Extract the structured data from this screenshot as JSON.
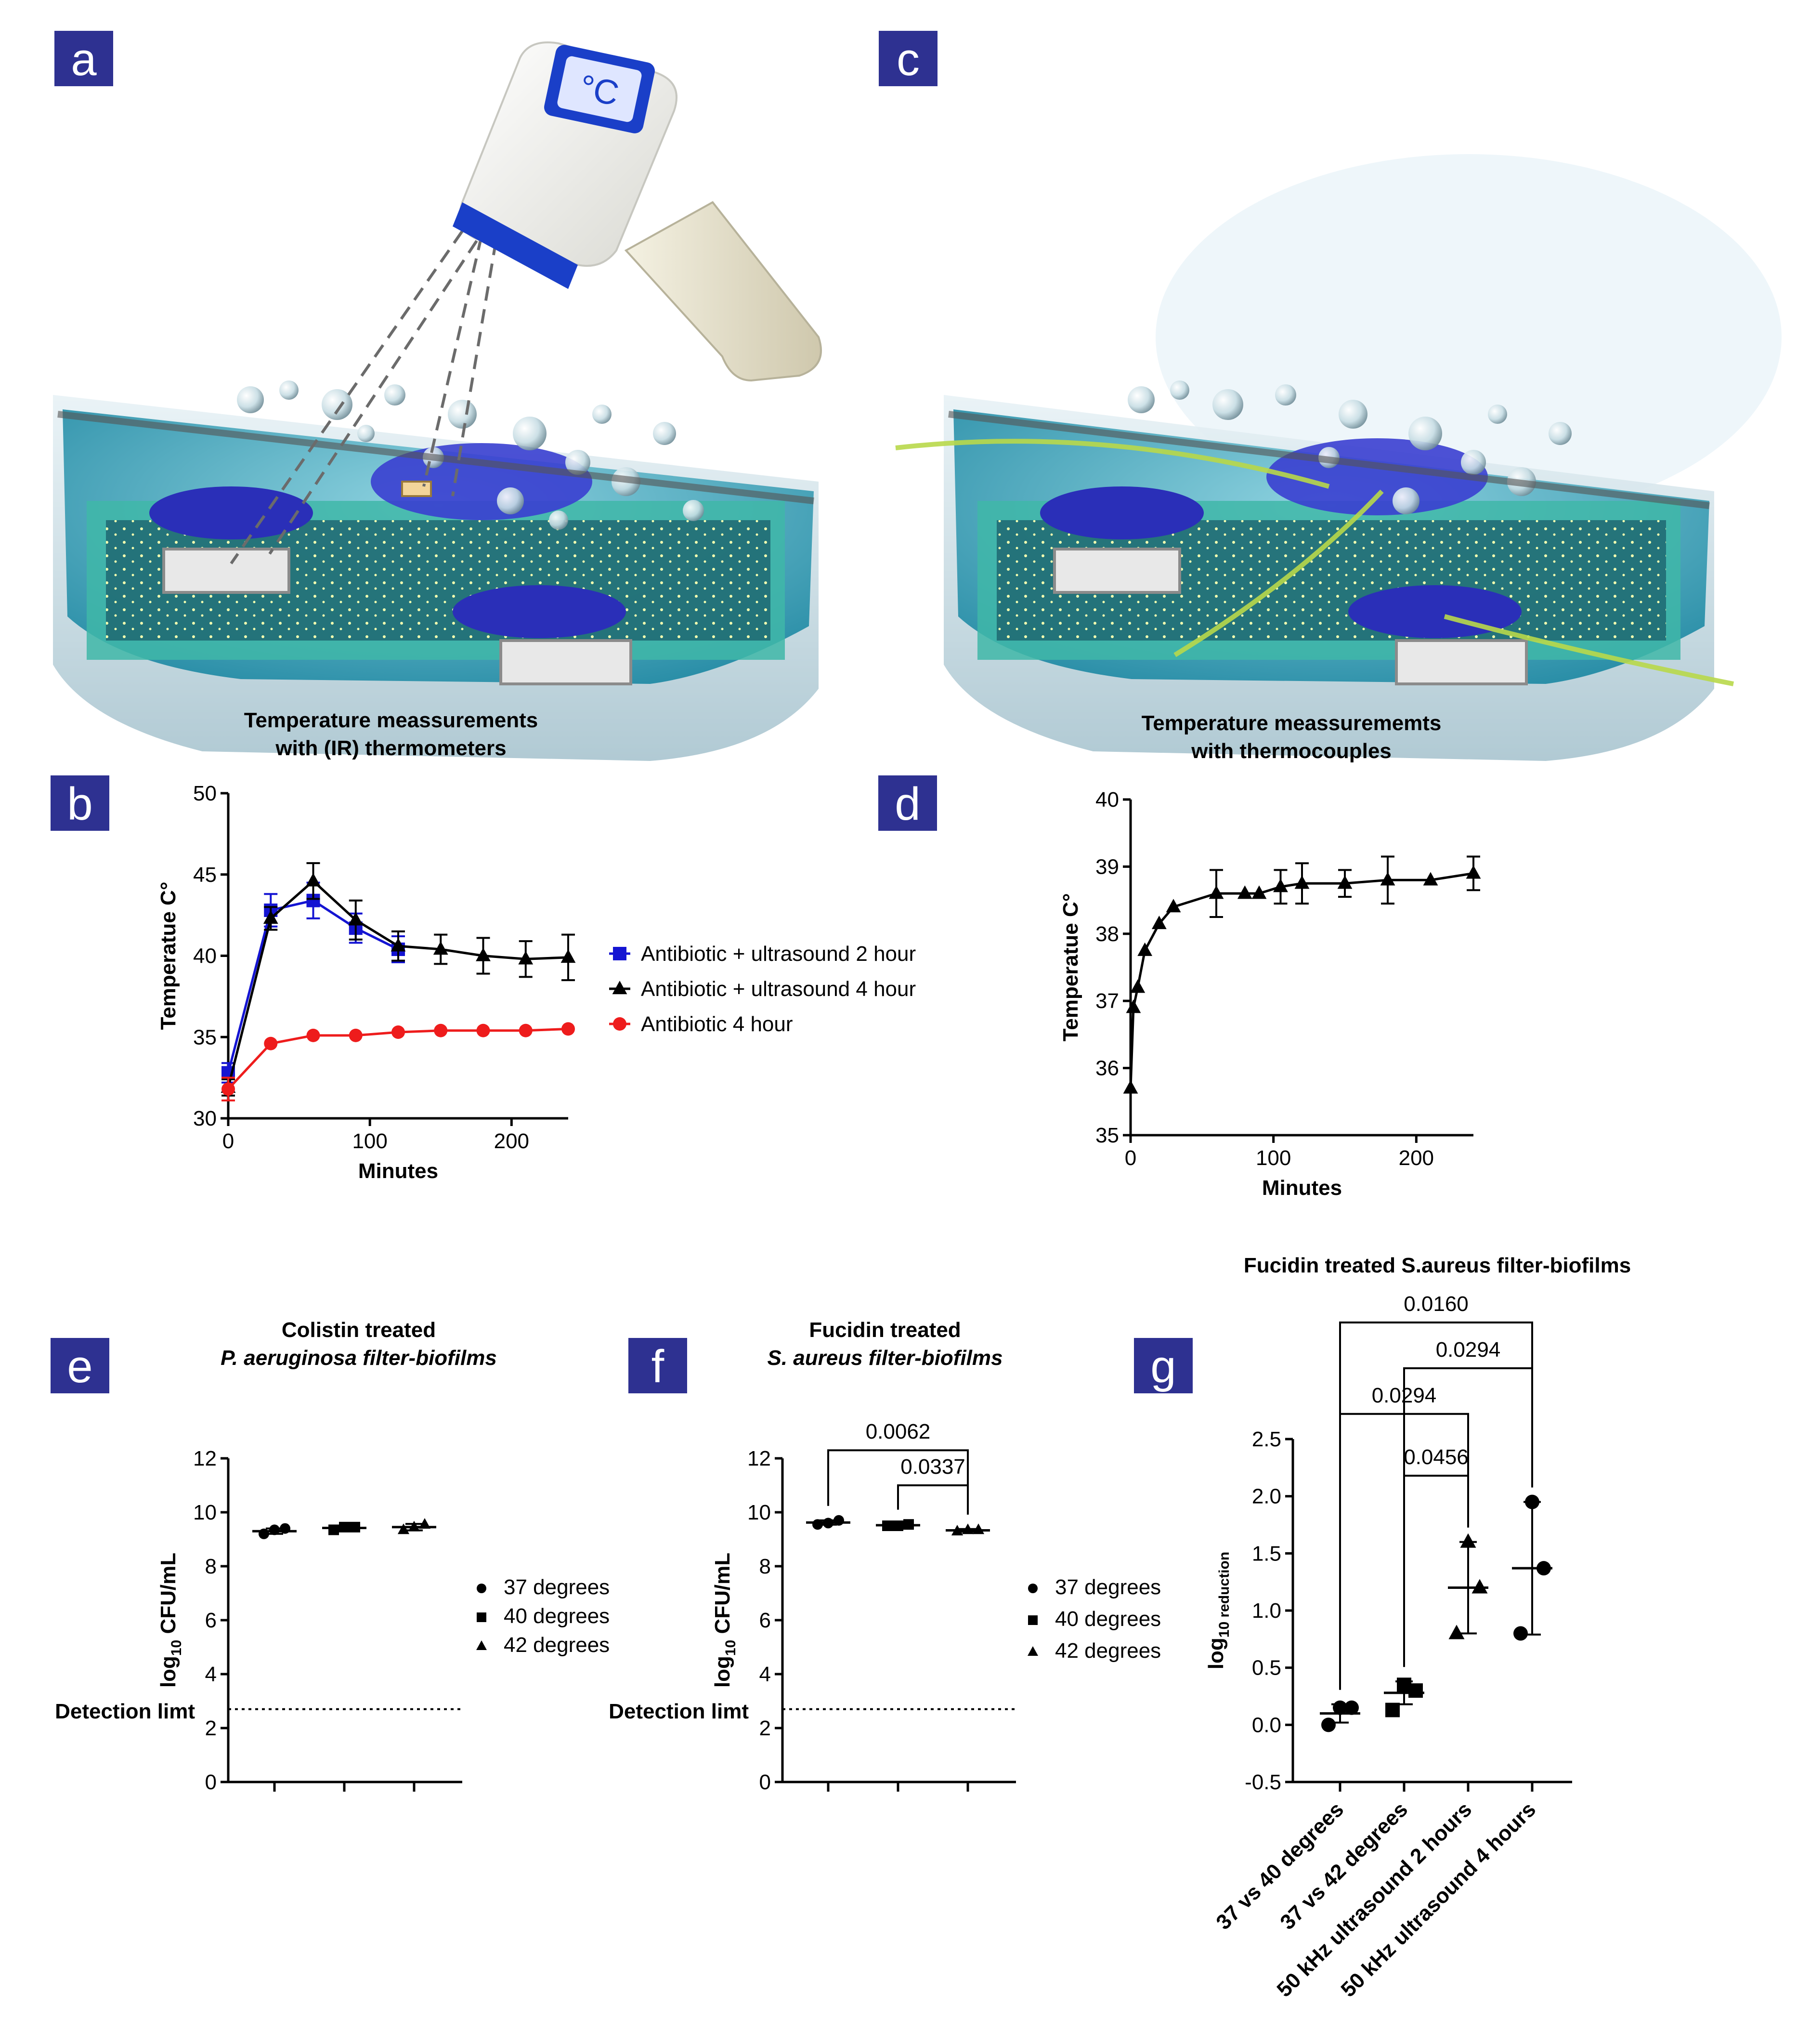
{
  "panels": {
    "a": {
      "label": "a",
      "caption_line1": "Temperature meassurements",
      "caption_line2": "with (IR) thermometers",
      "thermometer_display": "°C"
    },
    "c": {
      "label": "c",
      "caption_line1": "Temperature meassurememts",
      "caption_line2": "with thermocouples"
    },
    "b": {
      "label": "b"
    },
    "d": {
      "label": "d"
    },
    "e": {
      "label": "e",
      "title_line1": "Colistin treated",
      "title_line2": "P. aeruginosa filter-biofilms",
      "detection_label": "Detection limt"
    },
    "f": {
      "label": "f",
      "title_line1": "Fucidin treated",
      "title_line2": "S. aureus filter-biofilms",
      "detection_label": "Detection limt"
    },
    "g": {
      "label": "g",
      "title": "Fucidin treated S.aureus filter-biofilms"
    }
  },
  "colors": {
    "label_box": "#2e3191",
    "blue": "#1414d2",
    "red": "#ee1c1c",
    "black": "#000000"
  },
  "chart_data": [
    {
      "id": "b",
      "type": "line",
      "xlabel": "Minutes",
      "ylabel": "Temperatue C°",
      "xlim": [
        0,
        240
      ],
      "ylim": [
        30,
        50
      ],
      "xticks": [
        0,
        100,
        200
      ],
      "yticks": [
        30,
        35,
        40,
        45,
        50
      ],
      "legend_position": "right",
      "series": [
        {
          "name": "Antibiotic + ultrasound 2 hour",
          "color": "#1414d2",
          "marker": "square",
          "x": [
            0,
            30,
            60,
            90,
            120
          ],
          "y": [
            32.8,
            42.8,
            43.4,
            41.7,
            40.4
          ],
          "err": [
            0.6,
            1.0,
            1.1,
            0.9,
            0.8
          ]
        },
        {
          "name": "Antibiotic + ultrasound 4 hour",
          "color": "#000000",
          "marker": "triangle",
          "x": [
            0,
            30,
            60,
            90,
            120,
            150,
            180,
            210,
            240
          ],
          "y": [
            31.9,
            42.3,
            44.6,
            42.2,
            40.6,
            40.4,
            40.0,
            39.8,
            39.9
          ],
          "err": [
            0.5,
            0.7,
            1.1,
            1.2,
            0.9,
            0.9,
            1.1,
            1.1,
            1.4
          ]
        },
        {
          "name": "Antibiotic 4 hour",
          "color": "#ee1c1c",
          "marker": "circle",
          "x": [
            0,
            30,
            60,
            90,
            120,
            150,
            180,
            210,
            240
          ],
          "y": [
            31.8,
            34.6,
            35.1,
            35.1,
            35.3,
            35.4,
            35.4,
            35.4,
            35.5
          ],
          "err": [
            0.7,
            0.1,
            0.1,
            0.1,
            0.1,
            0.1,
            0.1,
            0.1,
            0.1
          ]
        }
      ]
    },
    {
      "id": "d",
      "type": "line",
      "xlabel": "Minutes",
      "ylabel": "Temperatue C°",
      "xlim": [
        0,
        240
      ],
      "ylim": [
        35,
        40
      ],
      "xticks": [
        0,
        100,
        200
      ],
      "yticks": [
        35,
        36,
        37,
        38,
        39,
        40
      ],
      "series": [
        {
          "name": "",
          "color": "#000000",
          "marker": "triangle",
          "x": [
            0,
            2,
            5,
            10,
            20,
            30,
            60,
            80,
            90,
            105,
            120,
            150,
            180,
            210,
            240
          ],
          "y": [
            35.7,
            36.9,
            37.2,
            37.75,
            38.15,
            38.4,
            38.6,
            38.6,
            38.6,
            38.7,
            38.75,
            38.75,
            38.8,
            38.8,
            38.9
          ],
          "err": [
            0.12,
            0.1,
            0.1,
            0.1,
            0.12,
            0.15,
            0.35,
            0.15,
            0.15,
            0.25,
            0.3,
            0.2,
            0.35,
            0.15,
            0.25
          ]
        }
      ]
    },
    {
      "id": "e",
      "type": "scatter",
      "ylabel_main": "log",
      "ylabel_sub": "10",
      "ylabel_rest": " CFU/mL",
      "ylim": [
        0,
        12
      ],
      "yticks": [
        0,
        2,
        4,
        6,
        8,
        10,
        12
      ],
      "detection_limit": 2.7,
      "legend_position": "right",
      "groups": [
        {
          "name": "37 degrees",
          "marker": "circle",
          "mean": 9.3,
          "sd": 0.1,
          "points": [
            9.2,
            9.35,
            9.4
          ]
        },
        {
          "name": "40 degrees",
          "marker": "square",
          "mean": 9.42,
          "sd": 0.07,
          "points": [
            9.35,
            9.45,
            9.45
          ]
        },
        {
          "name": "42 degrees",
          "marker": "triangle",
          "mean": 9.45,
          "sd": 0.12,
          "points": [
            9.35,
            9.45,
            9.55
          ]
        }
      ]
    },
    {
      "id": "f",
      "type": "scatter",
      "ylabel_main": "log",
      "ylabel_sub": "10",
      "ylabel_rest": " CFU/mL",
      "ylim": [
        0,
        12
      ],
      "yticks": [
        0,
        2,
        4,
        6,
        8,
        10,
        12
      ],
      "detection_limit": 2.7,
      "legend_position": "right",
      "groups": [
        {
          "name": "37 degrees",
          "marker": "circle",
          "mean": 9.62,
          "sd": 0.08,
          "points": [
            9.55,
            9.6,
            9.7
          ]
        },
        {
          "name": "40 degrees",
          "marker": "square",
          "mean": 9.52,
          "sd": 0.04,
          "points": [
            9.5,
            9.5,
            9.55
          ]
        },
        {
          "name": "42 degrees",
          "marker": "triangle",
          "mean": 9.33,
          "sd": 0.05,
          "points": [
            9.3,
            9.35,
            9.35
          ]
        }
      ],
      "comparisons": [
        {
          "from": 0,
          "to": 2,
          "label": "0.0062",
          "y": 12.3
        },
        {
          "from": 1,
          "to": 2,
          "label": "0.0337",
          "y": 11.0
        }
      ]
    },
    {
      "id": "g",
      "type": "scatter",
      "ylabel_main": "log",
      "ylabel_sub": "10 reduction",
      "ylim": [
        -0.5,
        2.5
      ],
      "yticks": [
        -0.5,
        0.0,
        0.5,
        1.0,
        1.5,
        2.0,
        2.5
      ],
      "categories": [
        "37 vs 40 degrees",
        "37 vs 42 degrees",
        "50 kHz ultrasound 2 hours",
        "50 kHz ultrasound 4 hours"
      ],
      "groups": [
        {
          "marker": "circle",
          "mean": 0.1,
          "sd": 0.08,
          "points": [
            0.0,
            0.15,
            0.15
          ]
        },
        {
          "marker": "square",
          "mean": 0.28,
          "sd": 0.1,
          "points": [
            0.13,
            0.3,
            0.35
          ]
        },
        {
          "marker": "triangle",
          "mean": 1.2,
          "sd": 0.4,
          "points": [
            0.8,
            1.2,
            1.6
          ]
        },
        {
          "marker": "circle",
          "mean": 1.37,
          "sd": 0.58,
          "points": [
            0.8,
            1.37,
            1.95
          ]
        }
      ],
      "comparisons": [
        {
          "from": 0,
          "to": 3,
          "label": "0.0160",
          "y": 3.52
        },
        {
          "from": 1,
          "to": 3,
          "label": "0.0294",
          "y": 3.12
        },
        {
          "from": 0,
          "to": 2,
          "label": "0.0294",
          "y": 2.72
        },
        {
          "from": 1,
          "to": 2,
          "label": "0.0456",
          "y": 2.18
        }
      ]
    }
  ]
}
